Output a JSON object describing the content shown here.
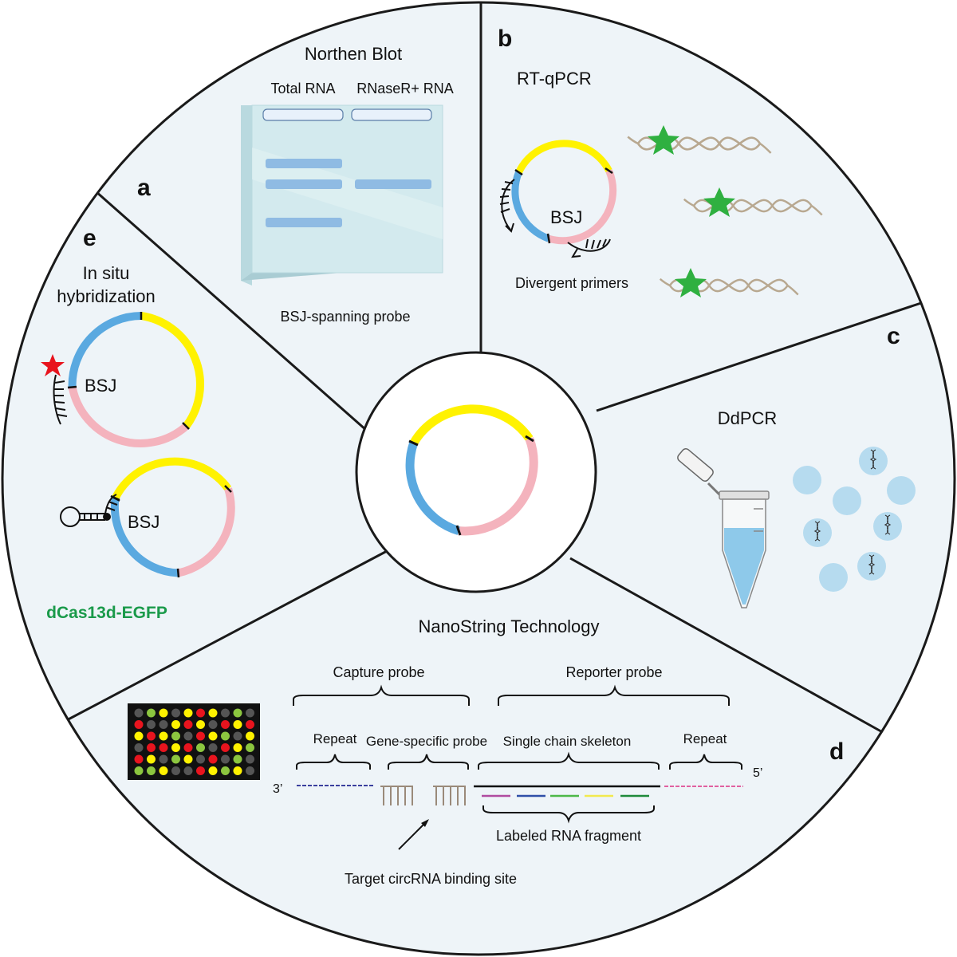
{
  "panels": {
    "a": {
      "letter": "a",
      "title": "Northen Blot",
      "lane1": "Total RNA",
      "lane2": "RNaseR+ RNA",
      "caption": "BSJ-spanning probe"
    },
    "b": {
      "letter": "b",
      "title": "RT-qPCR",
      "bsj": "BSJ",
      "caption": "Divergent primers"
    },
    "c": {
      "letter": "c",
      "title": "DdPCR"
    },
    "d": {
      "letter": "d",
      "title": "NanoString Technology",
      "capture": "Capture probe",
      "reporter": "Reporter probe",
      "repeat_left": "Repeat",
      "gene_specific": "Gene-specific probe",
      "skeleton": "Single chain skeleton",
      "repeat_right": "Repeat",
      "end3": "3’",
      "end5": "5’",
      "labeled": "Labeled RNA fragment",
      "target": "Target circRNA binding site"
    },
    "e": {
      "letter": "e",
      "title_line1": "In situ",
      "title_line2": "hybridization",
      "bsj1": "BSJ",
      "bsj2": "BSJ",
      "cas": "dCas13d-EGFP"
    }
  },
  "colors": {
    "background": "#eef4f8",
    "yellow": "#fff200",
    "blue": "#5aa9e0",
    "pink": "#f4b3bd",
    "green_text": "#1a9a4a",
    "star_green": "#2fb040",
    "star_red": "#e8141e",
    "helix": "#b8a890"
  },
  "icons": [
    "circrna-ring",
    "gel-blot",
    "dna-helix",
    "star-icon",
    "primer-arrow",
    "pcr-tube",
    "droplet",
    "microarray-grid",
    "hairpin-probe"
  ]
}
